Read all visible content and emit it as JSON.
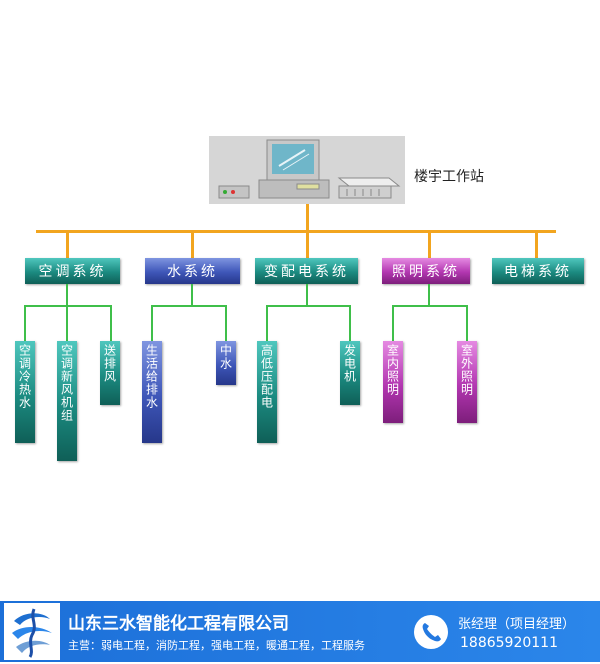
{
  "workstation": {
    "label": "楼宇工作站"
  },
  "categories": [
    {
      "id": "ac",
      "label": "空调系统",
      "color": "teal",
      "children": [
        {
          "label": "空调冷热水"
        },
        {
          "label": "空调新风机组"
        },
        {
          "label": "送排风"
        }
      ]
    },
    {
      "id": "water",
      "label": "水系统",
      "color": "blue",
      "children": [
        {
          "label": "生活给排水"
        },
        {
          "label": "中水"
        }
      ]
    },
    {
      "id": "power",
      "label": "变配电系统",
      "color": "teal",
      "children": [
        {
          "label": "高低压配电"
        },
        {
          "label": "发电机"
        }
      ]
    },
    {
      "id": "light",
      "label": "照明系统",
      "color": "pink",
      "children": [
        {
          "label": "室内照明"
        },
        {
          "label": "室外照明"
        }
      ]
    },
    {
      "id": "lift",
      "label": "电梯系统",
      "color": "teal",
      "children": []
    }
  ],
  "footer": {
    "company": "山东三水智能化工程有限公司",
    "business": "主营：弱电工程，消防工程，强电工程，暖通工程，工程服务",
    "contact_name": "张经理（项目经理）",
    "phone": "18865920111"
  },
  "colors": {
    "bus": "#f2a51f",
    "connector": "#3fbf4a",
    "footer_bg": "#2479e0"
  }
}
